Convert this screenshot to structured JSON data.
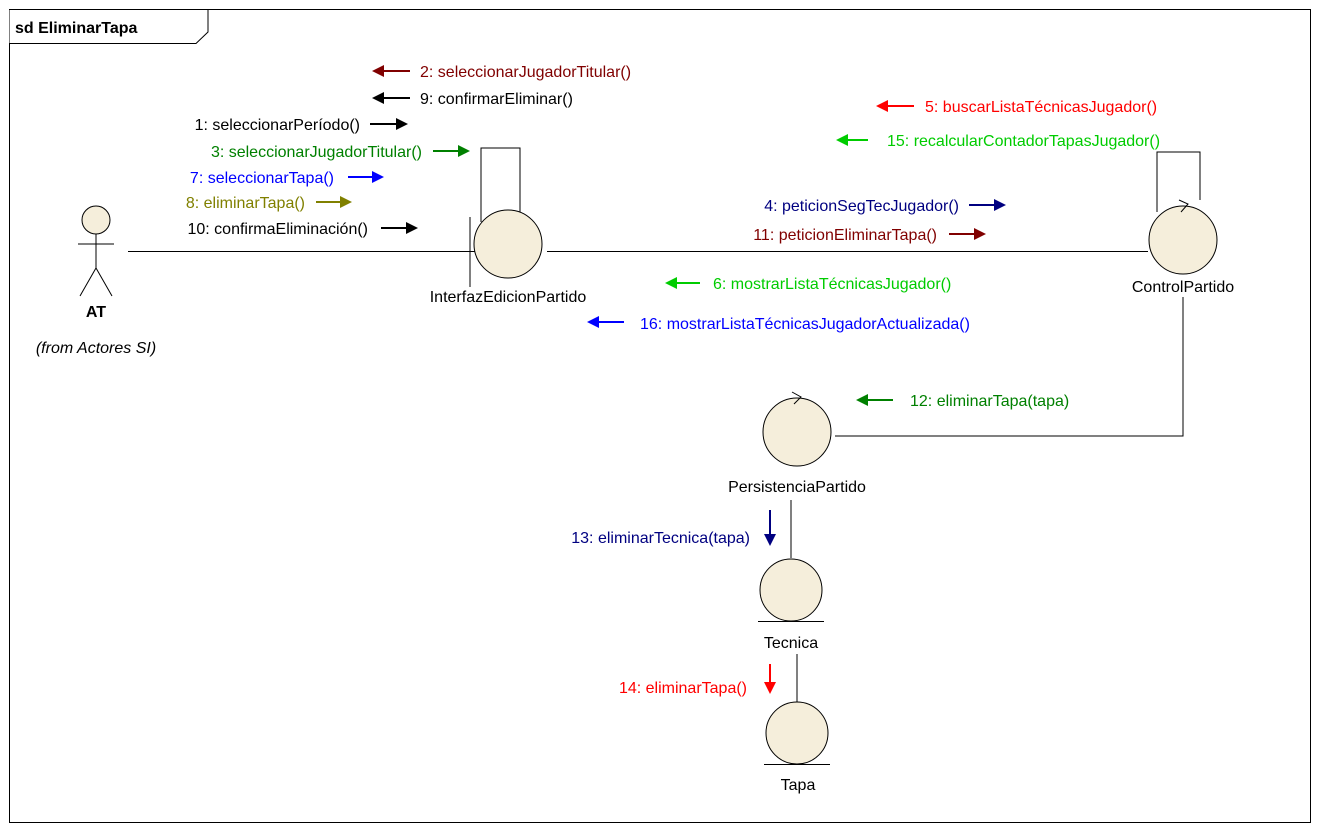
{
  "frame": {
    "title": "sd EliminarTapa"
  },
  "actor": {
    "name": "AT",
    "source": "(from Actores SI)"
  },
  "objects": {
    "interfaz": "InterfazEdicionPartido",
    "control": "ControlPartido",
    "persistencia": "PersistenciaPartido",
    "tecnica": "Tecnica",
    "tapa": "Tapa"
  },
  "messages": {
    "m1": "1: seleccionarPeríodo()",
    "m2": "2: seleccionarJugadorTitular()",
    "m3": "3: seleccionarJugadorTitular()",
    "m4": "4: peticionSegTecJugador()",
    "m5": "5: buscarListaTécnicasJugador()",
    "m6": "6: mostrarListaTécnicasJugador()",
    "m7": "7: seleccionarTapa()",
    "m8": "8: eliminarTapa()",
    "m9": "9: confirmarEliminar()",
    "m10": "10: confirmaEliminación()",
    "m11": "11: peticionEliminarTapa()",
    "m12": "12: eliminarTapa(tapa)",
    "m13": "13: eliminarTecnica(tapa)",
    "m14": "14: eliminarTapa()",
    "m15": "15: recalcularContadorTapasJugador()",
    "m16": "16: mostrarListaTécnicasJugadorActualizada()"
  },
  "colors": {
    "black": "#000000",
    "darkred": "#800000",
    "green": "#008000",
    "blue": "#0000ff",
    "olive": "#808000",
    "navy": "#000080",
    "red": "#ff0000",
    "lime": "#00cc00",
    "shape_fill": "#f5eedb"
  }
}
